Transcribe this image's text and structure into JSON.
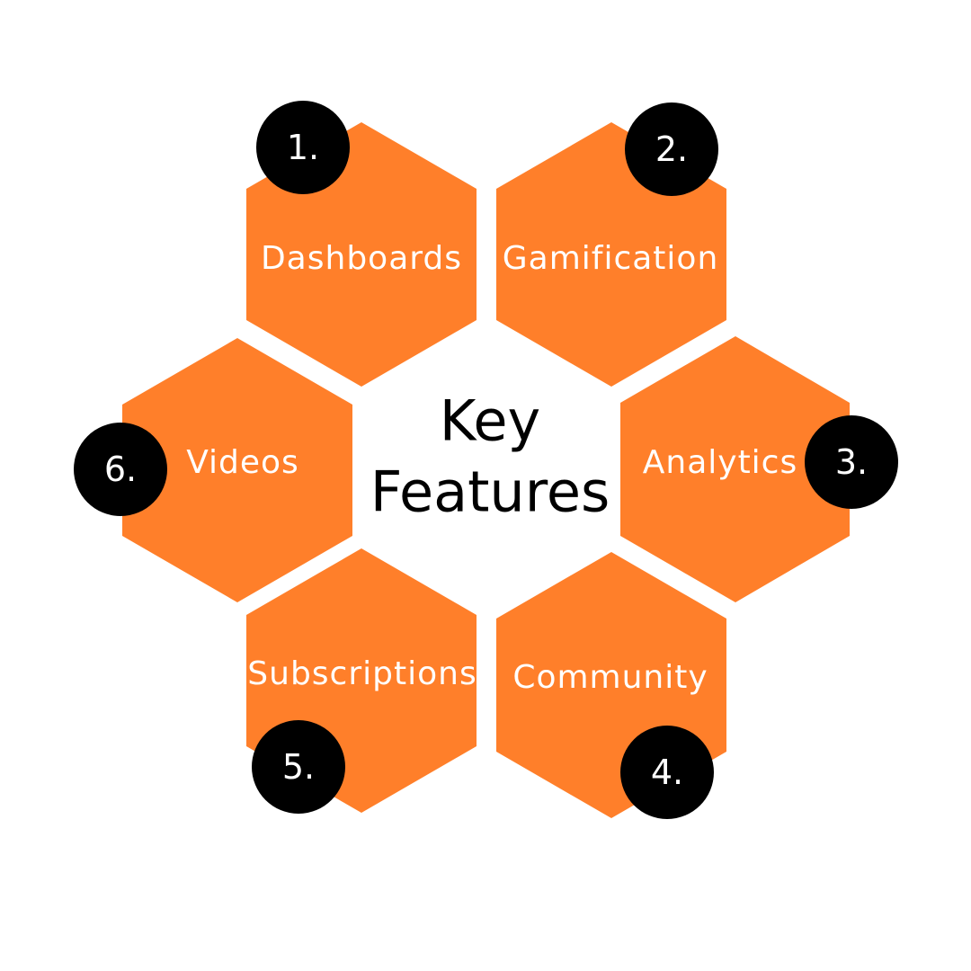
{
  "title": {
    "line1": "Key",
    "line2": "Features"
  },
  "colors": {
    "hexagon": "#ff7f2a",
    "badge": "#000000",
    "label_text": "#ffffff",
    "title_text": "#000000",
    "background": "#ffffff"
  },
  "features": [
    {
      "number": "1.",
      "label": "Dashboards"
    },
    {
      "number": "2.",
      "label": "Gamification"
    },
    {
      "number": "3.",
      "label": "Analytics"
    },
    {
      "number": "4.",
      "label": "Community"
    },
    {
      "number": "5.",
      "label": "Subscriptions"
    },
    {
      "number": "6.",
      "label": "Videos"
    }
  ]
}
